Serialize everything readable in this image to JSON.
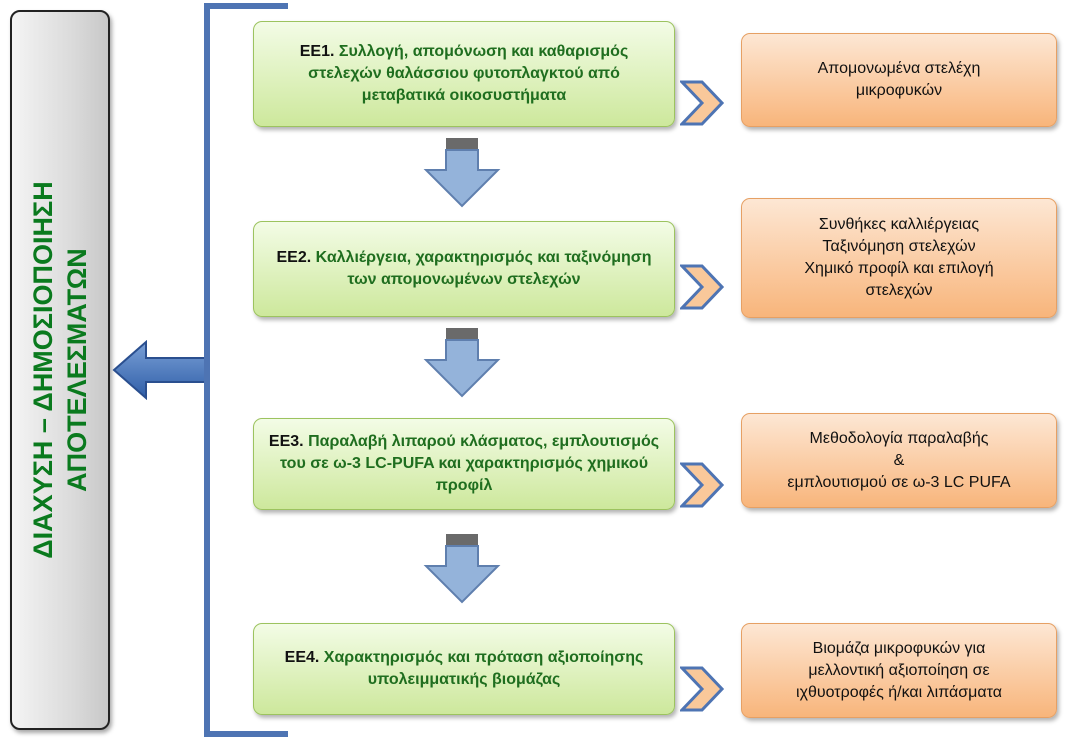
{
  "side_label": {
    "line1": "ΔΙΑΧΥΣΗ – ΔΗΜΟΣΙΟΠΟΙΗΣΗ",
    "line2": "ΑΠΟΤΕΛΕΣΜΑΤΩΝ"
  },
  "work_packages": [
    {
      "code": "ΕΕ1.",
      "title": "Συλλογή, απομόνωση και καθαρισμός στελεχών θαλάσσιου φυτοπλαγκτού από μεταβατικά οικοσυστήματα"
    },
    {
      "code": "ΕΕ2.",
      "title": "Καλλιέργεια, χαρακτηρισμός και ταξινόμηση των απομονωμένων στελεχών"
    },
    {
      "code": "ΕΕ3.",
      "title": "Παραλαβή λιπαρού κλάσματος, εμπλουτισμός του σε ω-3 LC-PUFA και χαρακτηρισμός χημικού προφίλ"
    },
    {
      "code": "ΕΕ4.",
      "title": "Χαρακτηρισμός και πρόταση αξιοποίησης υπολειμματικής βιομάζας"
    }
  ],
  "outputs": [
    {
      "lines": [
        "Απομονωμένα στελέχη",
        "μικροφυκών"
      ]
    },
    {
      "lines": [
        "Συνθήκες καλλιέργειας",
        "Ταξινόμηση στελεχών",
        "Χημικό προφίλ και επιλογή",
        "στελεχών"
      ]
    },
    {
      "lines": [
        "Μεθοδολογία παραλαβής",
        "&",
        "εμπλουτισμού σε ω-3 LC PUFA"
      ]
    },
    {
      "lines": [
        "Βιομάζα μικροφυκών για",
        "μελλοντική αξιοποίηση σε",
        "ιχθυοτροφές ή/και λιπάσματα"
      ]
    }
  ],
  "colors": {
    "side_text": "#0a7a1e",
    "bracket": "#4e74b3",
    "wp_fill": "#cde89c",
    "out_fill": "#f8b57b",
    "arrow_fill": "#94b3da",
    "arrow_stem": "#707070"
  }
}
